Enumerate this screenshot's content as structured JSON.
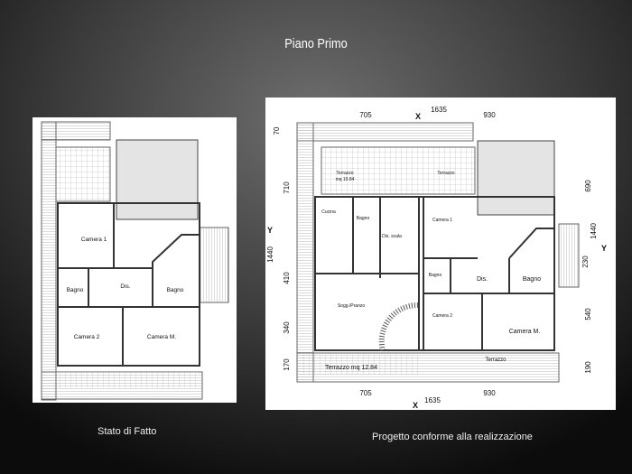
{
  "slide_title": "Piano Primo",
  "left_plan": {
    "caption": "Stato di Fatto",
    "rooms": {
      "camera1": "Camera 1",
      "bagno_left": "Bagno",
      "dis": "Dis.",
      "bagno_right": "Bagno",
      "camera2": "Camera 2",
      "camera_m": "Camera M."
    }
  },
  "right_plan": {
    "caption": "Progetto conforme alla realizzazione",
    "rooms": {
      "terrazzo_north_left": "Terrazzo",
      "terrazzo_north_left_area": "mq 19.84",
      "terrazzo_north_right": "Terrazzo",
      "cucina": "Cucina",
      "bagno_small": "Bagno",
      "dis_scala": "Dis. scala",
      "sogg_pranzo": "Sogg./Pranzo",
      "camera1": "Camera 1",
      "bagno_mid": "Bagno",
      "dis": "Dis.",
      "bagno_right": "Bagno",
      "camera2": "Camera 2",
      "camera_m": "Camera M.",
      "terrazzo_south_left": "Terrazzo mq 12.84",
      "terrazzo_south_right": "Terrazzo"
    },
    "dimensions": {
      "top_left": "705",
      "top_right": "930",
      "top_total": "1635",
      "bottom_left": "705",
      "bottom_right": "930",
      "bottom_total": "1635",
      "left_1": "70",
      "left_2": "710",
      "left_total": "1440",
      "left_3": "410",
      "left_4": "340",
      "left_5": "170",
      "right_1": "690",
      "right_total": "1440",
      "right_2": "230",
      "right_3": "540",
      "right_4": "190"
    },
    "section_marks": {
      "x_top": "X",
      "x_bottom": "X",
      "y_left": "Y",
      "y_right": "Y"
    }
  }
}
